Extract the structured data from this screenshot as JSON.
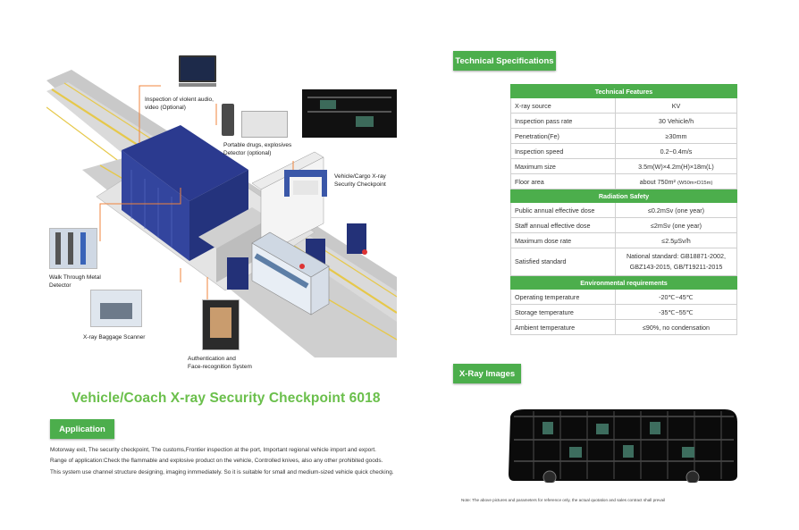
{
  "illustration": {
    "callouts": {
      "inspection_line1": "Inspection of violent audio,",
      "inspection_line2": "video (Optional)",
      "portable_line1": "Portable drugs, explosives",
      "portable_line2": "Detector (optional)",
      "checkpoint_line1": "Vehicle/Cargo X-ray",
      "checkpoint_line2": "Security Checkpoint",
      "walkthrough_line1": "Walk Through Metal",
      "walkthrough_line2": "Detector",
      "baggage": "X-ray Baggage Scanner",
      "auth_line1": "Authentication and",
      "auth_line2": "Face-recognition System"
    }
  },
  "title": "Vehicle/Coach X-ray Security Checkpoint 6018",
  "application": {
    "heading": "Application",
    "text": "Motorway exit, The security checkpoint, The customs,Frontier inspection at the port, Important regional vehicle import and export. Range of application:Check the flammable and explosive product on the vehicle, Controlled knives, also any other prohibited goods. This system use channel structure designing, imaging inmmediately. So it is suitable for small and medium-sized vehicle quick checking."
  },
  "specs": {
    "heading": "Technical Specifications",
    "sections": {
      "technical": "Technical Features",
      "radiation": "Radiation Safety",
      "environment": "Environmental requirements"
    },
    "rows": {
      "xray_source": {
        "label": "X-ray source",
        "value": "KV"
      },
      "pass_rate": {
        "label": "Inspection pass rate",
        "value": "30 Vehicle/h"
      },
      "penetration": {
        "label": "Penetration(Fe)",
        "value": "≥30mm"
      },
      "speed": {
        "label": "Inspection speed",
        "value": "0.2~0.4m/s"
      },
      "max_size": {
        "label": "Maximum size",
        "value": "3.5m(W)×4.2m(H)×18m(L)"
      },
      "floor_area": {
        "label": "Floor area",
        "value": "about 750m²",
        "value_note": "(W50m×D15m)"
      },
      "public_dose": {
        "label": "Public annual effective dose",
        "value": "≤0.2mSv (one year)"
      },
      "staff_dose": {
        "label": "Staff annual effective dose",
        "value": "≤2mSv (one year)"
      },
      "max_dose_rate": {
        "label": "Maximum dose rate",
        "value": "≤2.5μSv/h"
      },
      "standard": {
        "label": "Satisfied standard",
        "value_line1": "National standard: GB18871-2002,",
        "value_line2": "GBZ143-2015, GB/T19211-2015"
      },
      "operating_temp": {
        "label": "Operating temperature",
        "value": "-20℃~45℃"
      },
      "storage_temp": {
        "label": "Storage temperature",
        "value": "-35℃~55℃"
      },
      "humidity": {
        "label": "Ambient temperature",
        "value": "≤90%, no condensation"
      }
    }
  },
  "xray": {
    "heading": "X-Ray Images"
  },
  "note": "Note: The above pictures and parameters for reference only, the actual quotation and sales contract shall prevail",
  "colors": {
    "accent_green": "#4cae4c",
    "title_green": "#6abf4b",
    "building_blue": "#2b3a8f",
    "callout_orange": "#f0843c"
  }
}
